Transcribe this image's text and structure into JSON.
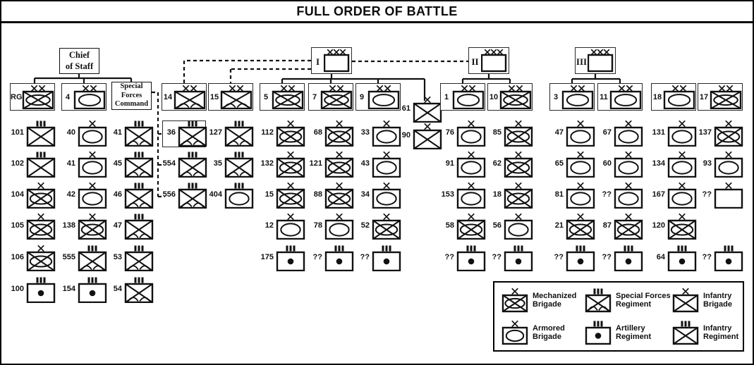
{
  "title": "FULL ORDER OF BATTLE",
  "colors": {
    "ink": "#000000",
    "paper": "#ffffff"
  },
  "command": {
    "chief_of_staff": "Chief\nof Staff",
    "special_forces_command": "Special\nForces\nCommand"
  },
  "corps": [
    {
      "label": "I",
      "echelon": "XXX",
      "symbol": "hq"
    },
    {
      "label": "II",
      "echelon": "XXX",
      "symbol": "hq"
    },
    {
      "label": "III",
      "echelon": "XXX",
      "symbol": "hq"
    }
  ],
  "columns": [
    {
      "key": "rg",
      "head": {
        "label": "RG",
        "symbol": "mechanized",
        "echelon": "XX"
      },
      "units": [
        {
          "label": "101",
          "symbol": "infantry",
          "echelon": "III"
        },
        {
          "label": "102",
          "symbol": "infantry",
          "echelon": "III"
        },
        {
          "label": "104",
          "symbol": "mechanized",
          "echelon": "X"
        },
        {
          "label": "105",
          "symbol": "mechanized",
          "echelon": "X"
        },
        {
          "label": "106",
          "symbol": "mechanized",
          "echelon": "X"
        },
        {
          "label": "100",
          "symbol": "artillery",
          "echelon": "III"
        }
      ]
    },
    {
      "key": "d4",
      "head": {
        "label": "4",
        "symbol": "armored",
        "echelon": "XX"
      },
      "units": [
        {
          "label": "40",
          "symbol": "armored",
          "echelon": "X"
        },
        {
          "label": "41",
          "symbol": "armored",
          "echelon": "X"
        },
        {
          "label": "42",
          "symbol": "armored",
          "echelon": "X"
        },
        {
          "label": "138",
          "symbol": "mechanized",
          "echelon": "X"
        },
        {
          "label": "555",
          "symbol": "special-forces",
          "echelon": "III"
        },
        {
          "label": "154",
          "symbol": "artillery",
          "echelon": "III"
        }
      ]
    },
    {
      "key": "sfc",
      "units": [
        {
          "label": "41",
          "symbol": "special-forces",
          "echelon": "III"
        },
        {
          "label": "45",
          "symbol": "special-forces",
          "echelon": "III"
        },
        {
          "label": "46",
          "symbol": "special-forces",
          "echelon": "III"
        },
        {
          "label": "47",
          "symbol": "special-forces",
          "echelon": "III"
        },
        {
          "label": "53",
          "symbol": "special-forces",
          "echelon": "III"
        },
        {
          "label": "54",
          "symbol": "special-forces",
          "echelon": "III"
        }
      ]
    },
    {
      "key": "d14",
      "head": {
        "label": "14",
        "symbol": "special-forces",
        "echelon": "XX"
      },
      "units": [
        {
          "label": "36",
          "symbol": "special-forces",
          "echelon": "III",
          "boxed": true
        },
        {
          "label": "554",
          "symbol": "special-forces",
          "echelon": "III"
        },
        {
          "label": "556",
          "symbol": "special-forces",
          "echelon": "III"
        }
      ]
    },
    {
      "key": "d15",
      "head": {
        "label": "15",
        "symbol": "special-forces",
        "echelon": "XX"
      },
      "units": [
        {
          "label": "127",
          "symbol": "special-forces",
          "echelon": "III"
        },
        {
          "label": "35",
          "symbol": "special-forces",
          "echelon": "III"
        },
        {
          "label": "404",
          "symbol": "armored",
          "echelon": "III"
        }
      ]
    },
    {
      "key": "d5",
      "head": {
        "label": "5",
        "symbol": "mechanized",
        "echelon": "XX"
      },
      "units": [
        {
          "label": "112",
          "symbol": "mechanized",
          "echelon": "X"
        },
        {
          "label": "132",
          "symbol": "mechanized",
          "echelon": "X"
        },
        {
          "label": "15",
          "symbol": "mechanized",
          "echelon": "X"
        },
        {
          "label": "12",
          "symbol": "armored",
          "echelon": "X"
        },
        {
          "label": "175",
          "symbol": "artillery",
          "echelon": "III"
        }
      ]
    },
    {
      "key": "d7",
      "head": {
        "label": "7",
        "symbol": "mechanized",
        "echelon": "XX"
      },
      "units": [
        {
          "label": "68",
          "symbol": "mechanized",
          "echelon": "X"
        },
        {
          "label": "121",
          "symbol": "mechanized",
          "echelon": "X"
        },
        {
          "label": "88",
          "symbol": "mechanized",
          "echelon": "X"
        },
        {
          "label": "78",
          "symbol": "armored",
          "echelon": "X"
        },
        {
          "label": "??",
          "symbol": "artillery",
          "echelon": "III"
        }
      ]
    },
    {
      "key": "d9",
      "head": {
        "label": "9",
        "symbol": "armored",
        "echelon": "XX"
      },
      "units": [
        {
          "label": "33",
          "symbol": "armored",
          "echelon": "X"
        },
        {
          "label": "43",
          "symbol": "armored",
          "echelon": "X"
        },
        {
          "label": "34",
          "symbol": "armored",
          "echelon": "X"
        },
        {
          "label": "52",
          "symbol": "mechanized",
          "echelon": "X"
        },
        {
          "label": "??",
          "symbol": "artillery",
          "echelon": "III"
        }
      ]
    },
    {
      "key": "d61",
      "head": {
        "label": "61",
        "symbol": "infantry",
        "echelon": "X",
        "plain": true
      },
      "units": [
        {
          "label": "90",
          "symbol": "infantry",
          "echelon": "X"
        }
      ]
    },
    {
      "key": "d1",
      "head": {
        "label": "1",
        "symbol": "armored",
        "echelon": "XX"
      },
      "units": [
        {
          "label": "76",
          "symbol": "armored",
          "echelon": "X"
        },
        {
          "label": "91",
          "symbol": "armored",
          "echelon": "X"
        },
        {
          "label": "153",
          "symbol": "armored",
          "echelon": "X"
        },
        {
          "label": "58",
          "symbol": "mechanized",
          "echelon": "X"
        },
        {
          "label": "??",
          "symbol": "artillery",
          "echelon": "III"
        }
      ]
    },
    {
      "key": "d10",
      "head": {
        "label": "10",
        "symbol": "mechanized",
        "echelon": "XX"
      },
      "units": [
        {
          "label": "85",
          "symbol": "mechanized",
          "echelon": "X"
        },
        {
          "label": "62",
          "symbol": "mechanized",
          "echelon": "X"
        },
        {
          "label": "18",
          "symbol": "mechanized",
          "echelon": "X"
        },
        {
          "label": "56",
          "symbol": "armored",
          "echelon": "X"
        },
        {
          "label": "??",
          "symbol": "artillery",
          "echelon": "III"
        }
      ]
    },
    {
      "key": "d3",
      "head": {
        "label": "3",
        "symbol": "armored",
        "echelon": "XX"
      },
      "units": [
        {
          "label": "47",
          "symbol": "armored",
          "echelon": "X"
        },
        {
          "label": "65",
          "symbol": "armored",
          "echelon": "X"
        },
        {
          "label": "81",
          "symbol": "armored",
          "echelon": "X"
        },
        {
          "label": "21",
          "symbol": "mechanized",
          "echelon": "X"
        },
        {
          "label": "??",
          "symbol": "artillery",
          "echelon": "III"
        }
      ]
    },
    {
      "key": "d11",
      "head": {
        "label": "11",
        "symbol": "armored",
        "echelon": "XX"
      },
      "units": [
        {
          "label": "67",
          "symbol": "armored",
          "echelon": "X"
        },
        {
          "label": "60",
          "symbol": "armored",
          "echelon": "X"
        },
        {
          "label": "??",
          "symbol": "armored",
          "echelon": "X"
        },
        {
          "label": "87",
          "symbol": "mechanized",
          "echelon": "X"
        },
        {
          "label": "??",
          "symbol": "artillery",
          "echelon": "III"
        }
      ]
    },
    {
      "key": "d18",
      "head": {
        "label": "18",
        "symbol": "armored",
        "echelon": "XX"
      },
      "units": [
        {
          "label": "131",
          "symbol": "armored",
          "echelon": "X"
        },
        {
          "label": "134",
          "symbol": "armored",
          "echelon": "X"
        },
        {
          "label": "167",
          "symbol": "armored",
          "echelon": "X"
        },
        {
          "label": "120",
          "symbol": "mechanized",
          "echelon": "X"
        },
        {
          "label": "64",
          "symbol": "artillery",
          "echelon": "III"
        }
      ]
    },
    {
      "key": "d17",
      "head": {
        "label": "17",
        "symbol": "mechanized",
        "echelon": "XX"
      },
      "units": [
        {
          "label": "137",
          "symbol": "mechanized",
          "echelon": "X"
        },
        {
          "label": "93",
          "symbol": "armored",
          "echelon": "X"
        },
        {
          "label": "??",
          "symbol": "unknown",
          "echelon": "X",
          "row": 3
        },
        {
          "label": "??",
          "symbol": "artillery",
          "echelon": "III",
          "row": 5
        }
      ]
    }
  ],
  "legend": {
    "items": [
      {
        "symbol": "mechanized",
        "echelon": "X",
        "label": "Mechanized\nBrigade"
      },
      {
        "symbol": "special-forces",
        "echelon": "III",
        "label": "Special Forces\nRegiment"
      },
      {
        "symbol": "infantry",
        "echelon": "X",
        "label": "Infantry\nBrigade"
      },
      {
        "symbol": "armored",
        "echelon": "X",
        "label": "Armored\nBrigade"
      },
      {
        "symbol": "artillery",
        "echelon": "III",
        "label": "Artillery\nRegiment"
      },
      {
        "symbol": "infantry",
        "echelon": "III",
        "label": "Infantry\nRegiment"
      }
    ]
  }
}
